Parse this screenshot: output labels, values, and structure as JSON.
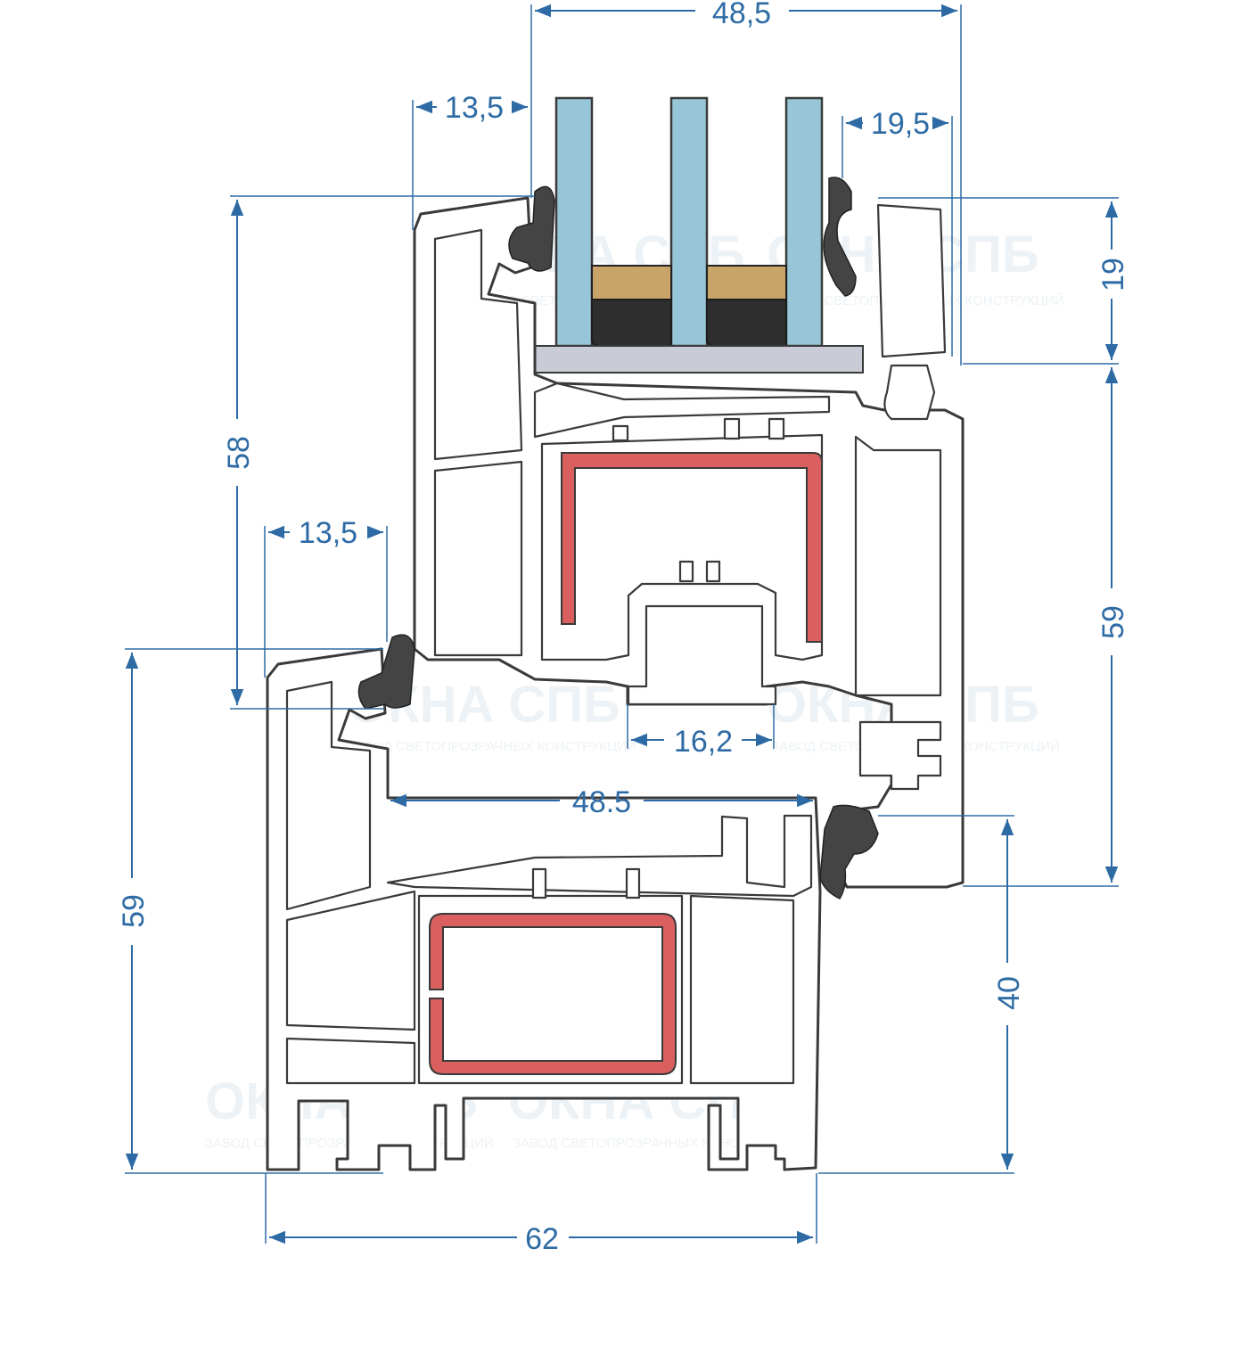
{
  "dimensions": {
    "top_glass_width": "48,5",
    "sash_glazing_left": "13,5",
    "sash_right_offset": "19,5",
    "sash_top_height": "19",
    "sash_height": "58",
    "sash_lower_height": "59",
    "frame_glazing_left": "13,5",
    "rebate_width": "16,2",
    "frame_inner_width": "48.5",
    "frame_height": "59",
    "frame_right_height": "40",
    "frame_width": "62"
  },
  "watermarks": {
    "brand": "ОКНА СПБ",
    "tagline": "ЗАВОД СВЕТОПРОЗРАЧНЫХ КОНСТРУКЦИЙ"
  },
  "colors": {
    "dimension": "#2e6ba5",
    "glass": "#97c6d8",
    "steel_reinforcement": "#d9605e",
    "gasket": "#444444",
    "desiccant": "#c9a46a",
    "glazing_bead_bar": "#c9cbd6"
  }
}
